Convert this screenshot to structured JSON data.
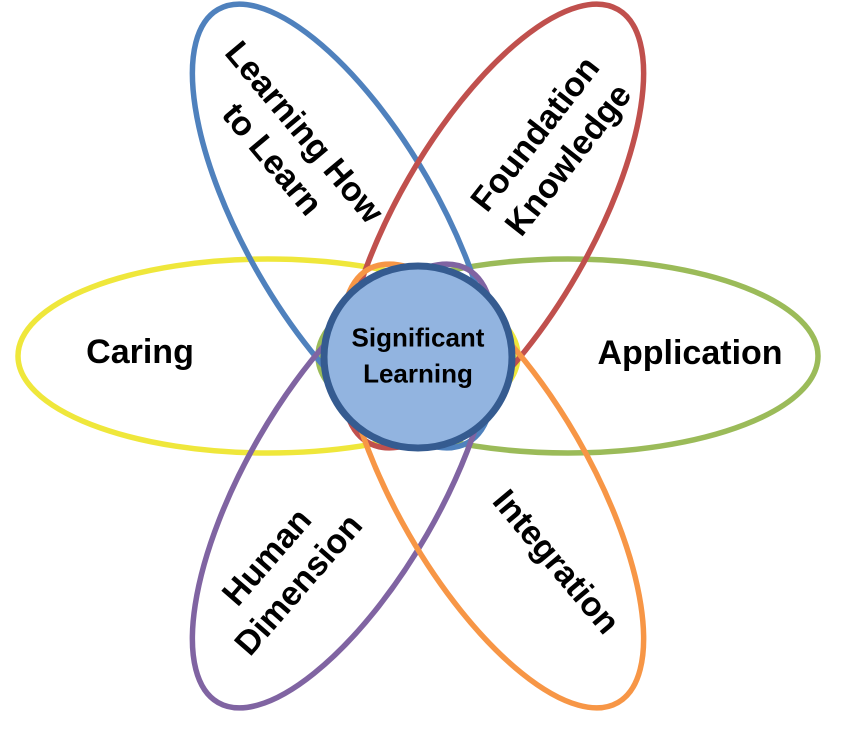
{
  "diagram": {
    "title": "Significant Learning",
    "center": {
      "line1": "Significant",
      "line2": "Learning",
      "fill_color": "#92B4E0",
      "stroke_color": "#355B90"
    },
    "petals": [
      {
        "name": "learning-how-to-learn",
        "lines": [
          "Learning How",
          "to Learn"
        ],
        "color": "#4F81BD"
      },
      {
        "name": "foundation-knowledge",
        "lines": [
          "Foundation",
          "Knowledge"
        ],
        "color": "#C0504D"
      },
      {
        "name": "application",
        "lines": [
          "Application"
        ],
        "color": "#9BBB59"
      },
      {
        "name": "integration",
        "lines": [
          "Integration"
        ],
        "color": "#F79646"
      },
      {
        "name": "human-dimension",
        "lines": [
          "Human",
          "Dimension"
        ],
        "color": "#8064A2"
      },
      {
        "name": "caring",
        "lines": [
          "Caring"
        ],
        "color": "#EFE73B"
      }
    ]
  }
}
